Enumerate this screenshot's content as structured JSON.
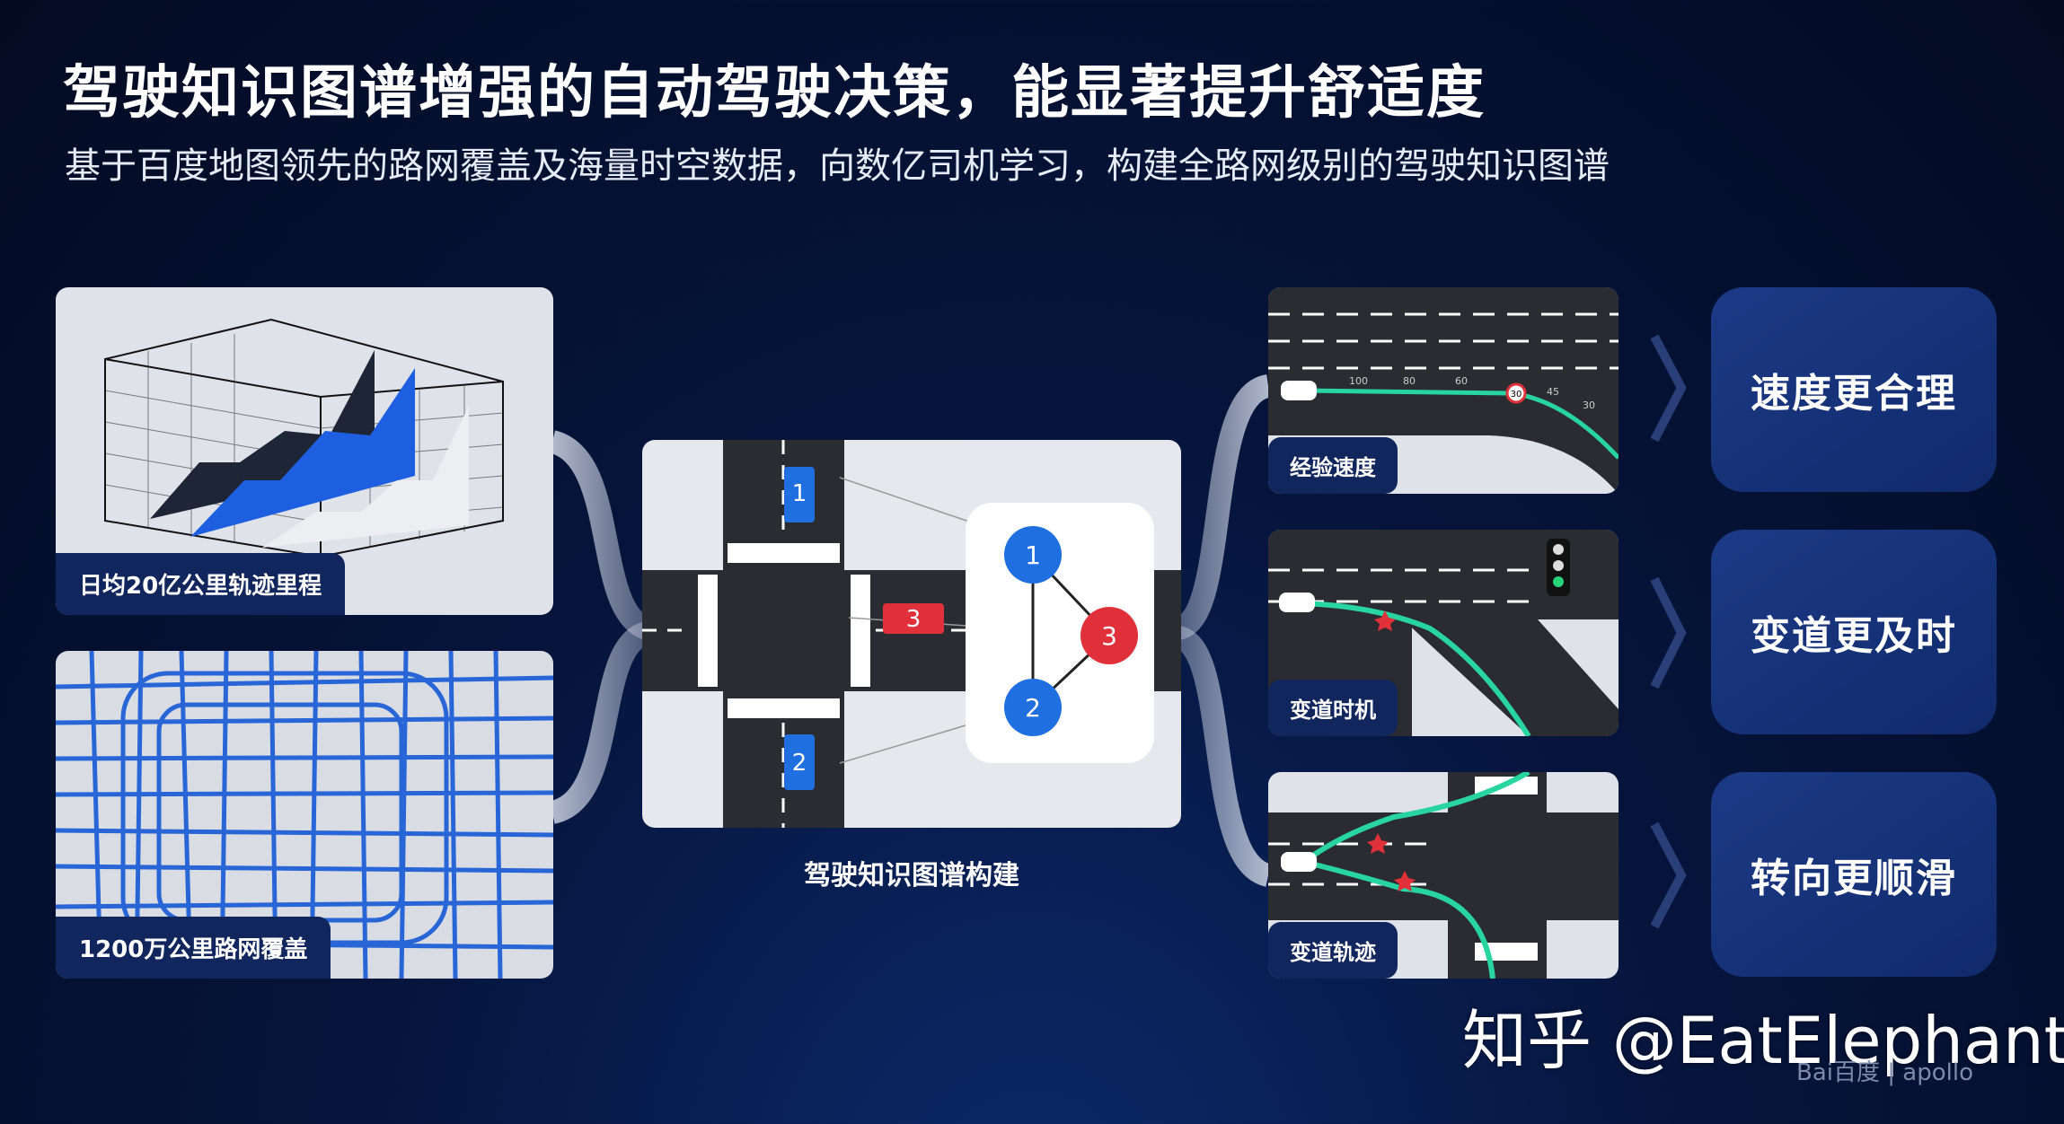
{
  "header": {
    "title": "驾驶知识图谱增强的自动驾驶决策，能显著提升舒适度",
    "subtitle": "基于百度地图领先的路网覆盖及海量时空数据，向数亿司机学习，构建全路网级别的驾驶知识图谱"
  },
  "sources": [
    {
      "label": "日均20亿公里轨迹里程"
    },
    {
      "label": "1200万公里路网覆盖"
    }
  ],
  "center": {
    "caption": "驾驶知识图谱构建",
    "nodes": [
      "1",
      "2",
      "3"
    ]
  },
  "scenarios": [
    {
      "label": "经验速度",
      "speed_marks": [
        "100",
        "80",
        "60",
        "30",
        "45",
        "30"
      ]
    },
    {
      "label": "变道时机"
    },
    {
      "label": "变道轨迹"
    }
  ],
  "results": [
    "速度更合理",
    "变道更及时",
    "转向更顺滑"
  ],
  "watermark": "知乎 @EatElephant",
  "logo": "Bai百度 | apollo",
  "colors": {
    "accent_blue": "#1f6fe0",
    "node_red": "#e0303a",
    "track_green": "#22d3a6",
    "card_bg": "#12265e"
  }
}
